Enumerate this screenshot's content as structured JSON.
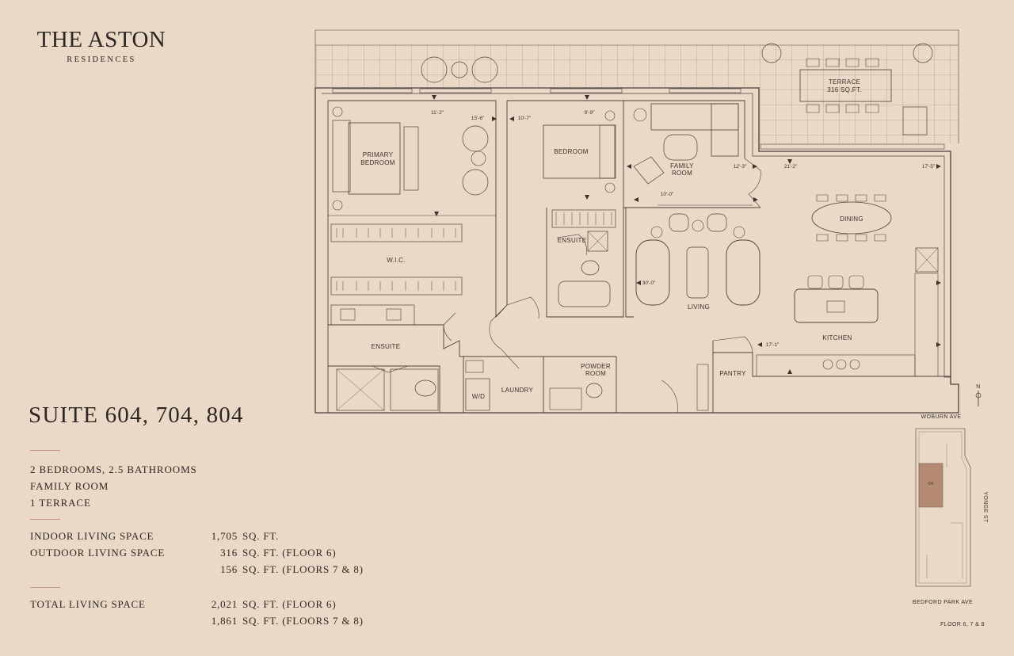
{
  "brand": {
    "title": "THE ASTON",
    "subtitle": "RESIDENCES"
  },
  "suite": {
    "title": "SUITE 604, 704, 804",
    "features": [
      "2 BEDROOMS, 2.5 BATHROOMS",
      "FAMILY ROOM",
      "1 TERRACE"
    ],
    "areas": [
      {
        "label": "INDOOR LIVING SPACE",
        "value": "1,705",
        "unit": "SQ. FT."
      },
      {
        "label": "OUTDOOR LIVING SPACE",
        "value": "316",
        "unit": "SQ. FT. (FLOOR 6)"
      },
      {
        "label": "",
        "value": "156",
        "unit": "SQ. FT. (FLOORS 7 & 8)"
      }
    ],
    "totals": [
      {
        "label": "TOTAL LIVING SPACE",
        "value": "2,021",
        "unit": "SQ. FT. (FLOOR 6)"
      },
      {
        "label": "",
        "value": "1,861",
        "unit": "SQ. FT. (FLOORS 7 & 8)"
      }
    ]
  },
  "floorplan": {
    "rooms": {
      "terrace": "TERRACE",
      "terrace_area": "316 SQ.FT.",
      "primary_bedroom_1": "PRIMARY",
      "primary_bedroom_2": "BEDROOM",
      "bedroom": "BEDROOM",
      "family_room_1": "FAMILY",
      "family_room_2": "ROOM",
      "dining": "DINING",
      "wic": "W.I.C.",
      "ensuite_secondary": "ENSUITE",
      "living": "LIVING",
      "kitchen": "KITCHEN",
      "ensuite_primary": "ENSUITE",
      "laundry": "LAUNDRY",
      "washer_dryer": "W/D",
      "powder_room_1": "POWDER",
      "powder_room_2": "ROOM",
      "pantry": "PANTRY"
    },
    "dimensions": {
      "primary_width": "11'-2\"",
      "primary_depth": "15'-6\"",
      "bedroom_width": "10'-7\"",
      "bedroom_depth": "9'-9\"",
      "family_depth": "12'-3\"",
      "family_width": "10'-0\"",
      "terrace_width": "21'-2\"",
      "dining_depth": "17'-5\"",
      "living_depth": "30'-0\"",
      "kitchen_width": "17'-1\""
    }
  },
  "keyplan": {
    "north": "N",
    "street_top": "WOBURN AVE",
    "street_right": "YONGE ST",
    "street_bottom": "BEDFORD PARK AVE",
    "unit": "04",
    "floors": "FLOOR 6, 7 &  8",
    "unit_color": "#b48a72"
  }
}
